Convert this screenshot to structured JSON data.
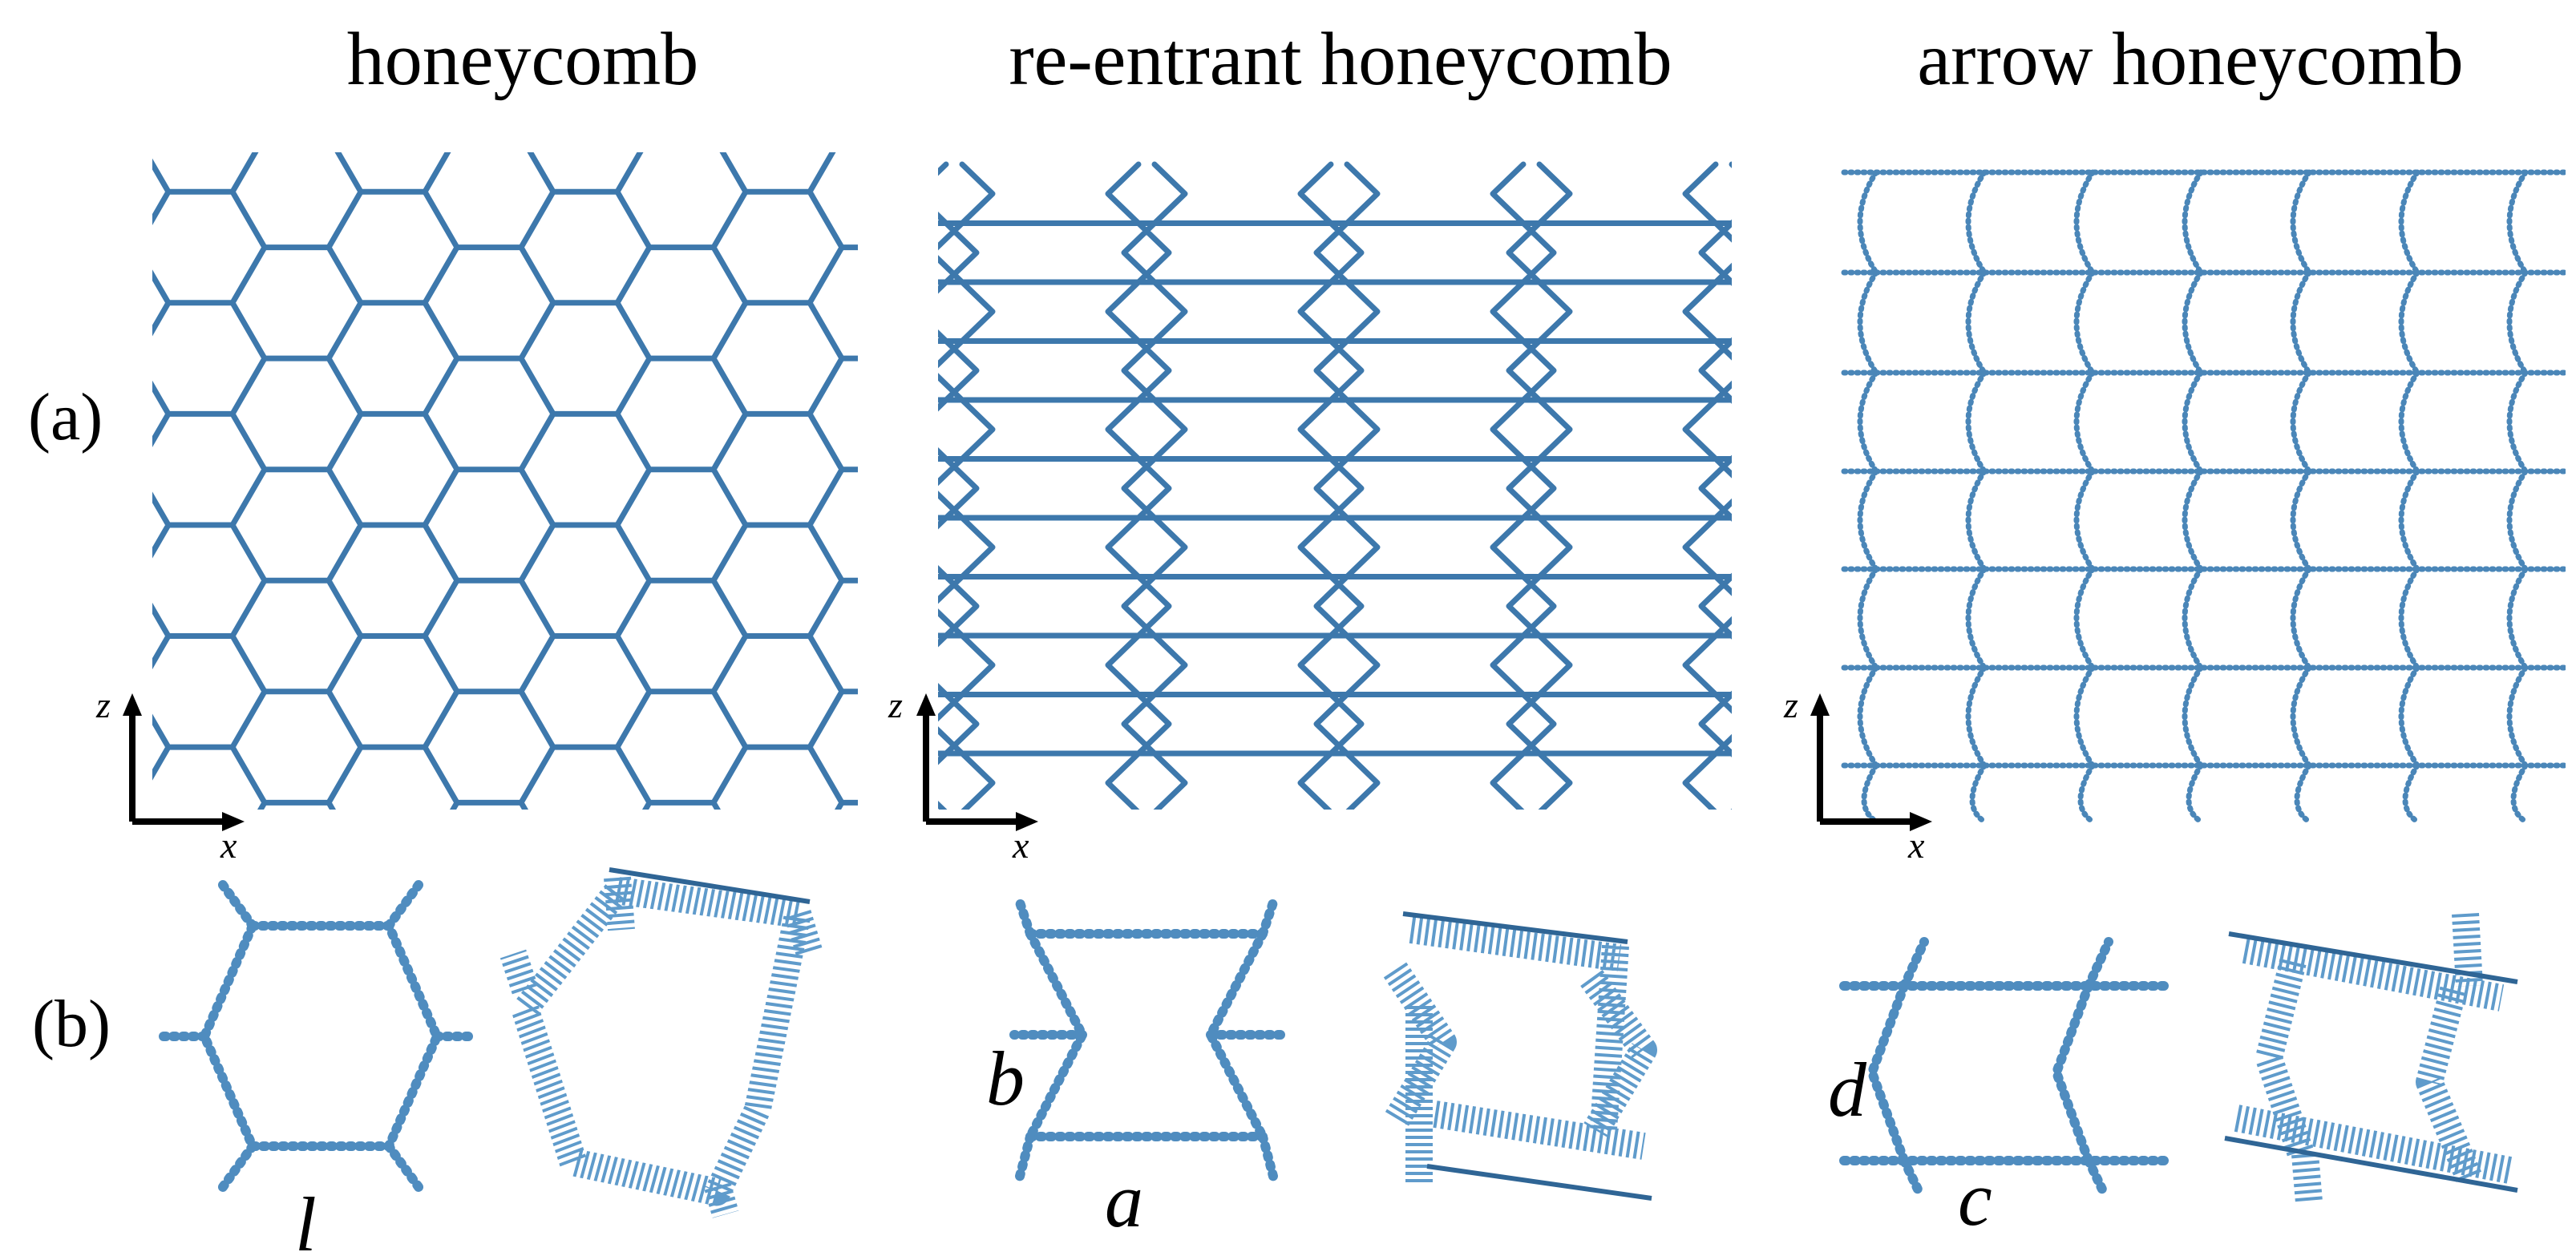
{
  "columns": [
    {
      "title": "honeycomb",
      "dimension_label": "l"
    },
    {
      "title": "re-entrant honeycomb",
      "dimension_labels": [
        "b",
        "a"
      ]
    },
    {
      "title": "arrow honeycomb",
      "dimension_labels": [
        "d",
        "c"
      ]
    }
  ],
  "rows": [
    {
      "label": "(a)"
    },
    {
      "label": "(b)"
    }
  ],
  "axes": {
    "vertical": "z",
    "horizontal": "x"
  },
  "colors": {
    "lattice": "#3d78ac",
    "ribbon": "#5f9bcb"
  }
}
